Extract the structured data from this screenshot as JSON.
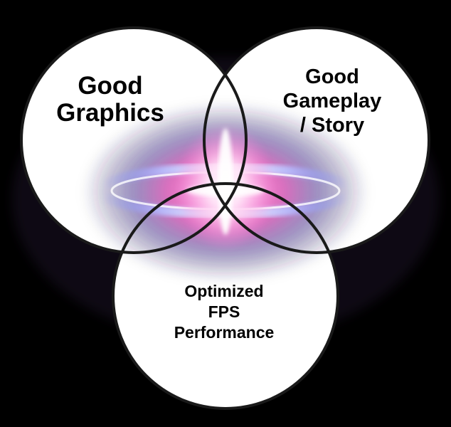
{
  "circles": [
    {
      "name": "graphics",
      "lines": [
        "Good",
        "Graphics"
      ]
    },
    {
      "name": "gameplay",
      "lines": [
        "Good",
        "Gameplay",
        "/ Story"
      ]
    },
    {
      "name": "fps",
      "lines": [
        "Optimized",
        "FPS",
        "Performance"
      ]
    }
  ],
  "colors": {
    "background": "#000000",
    "circle_fill": "#ffffff",
    "circle_stroke": "#1a1a1a",
    "glow_core": "#ffd6f5",
    "glow_pink": "#e22ca8",
    "glow_violet": "#3b2f8f"
  }
}
